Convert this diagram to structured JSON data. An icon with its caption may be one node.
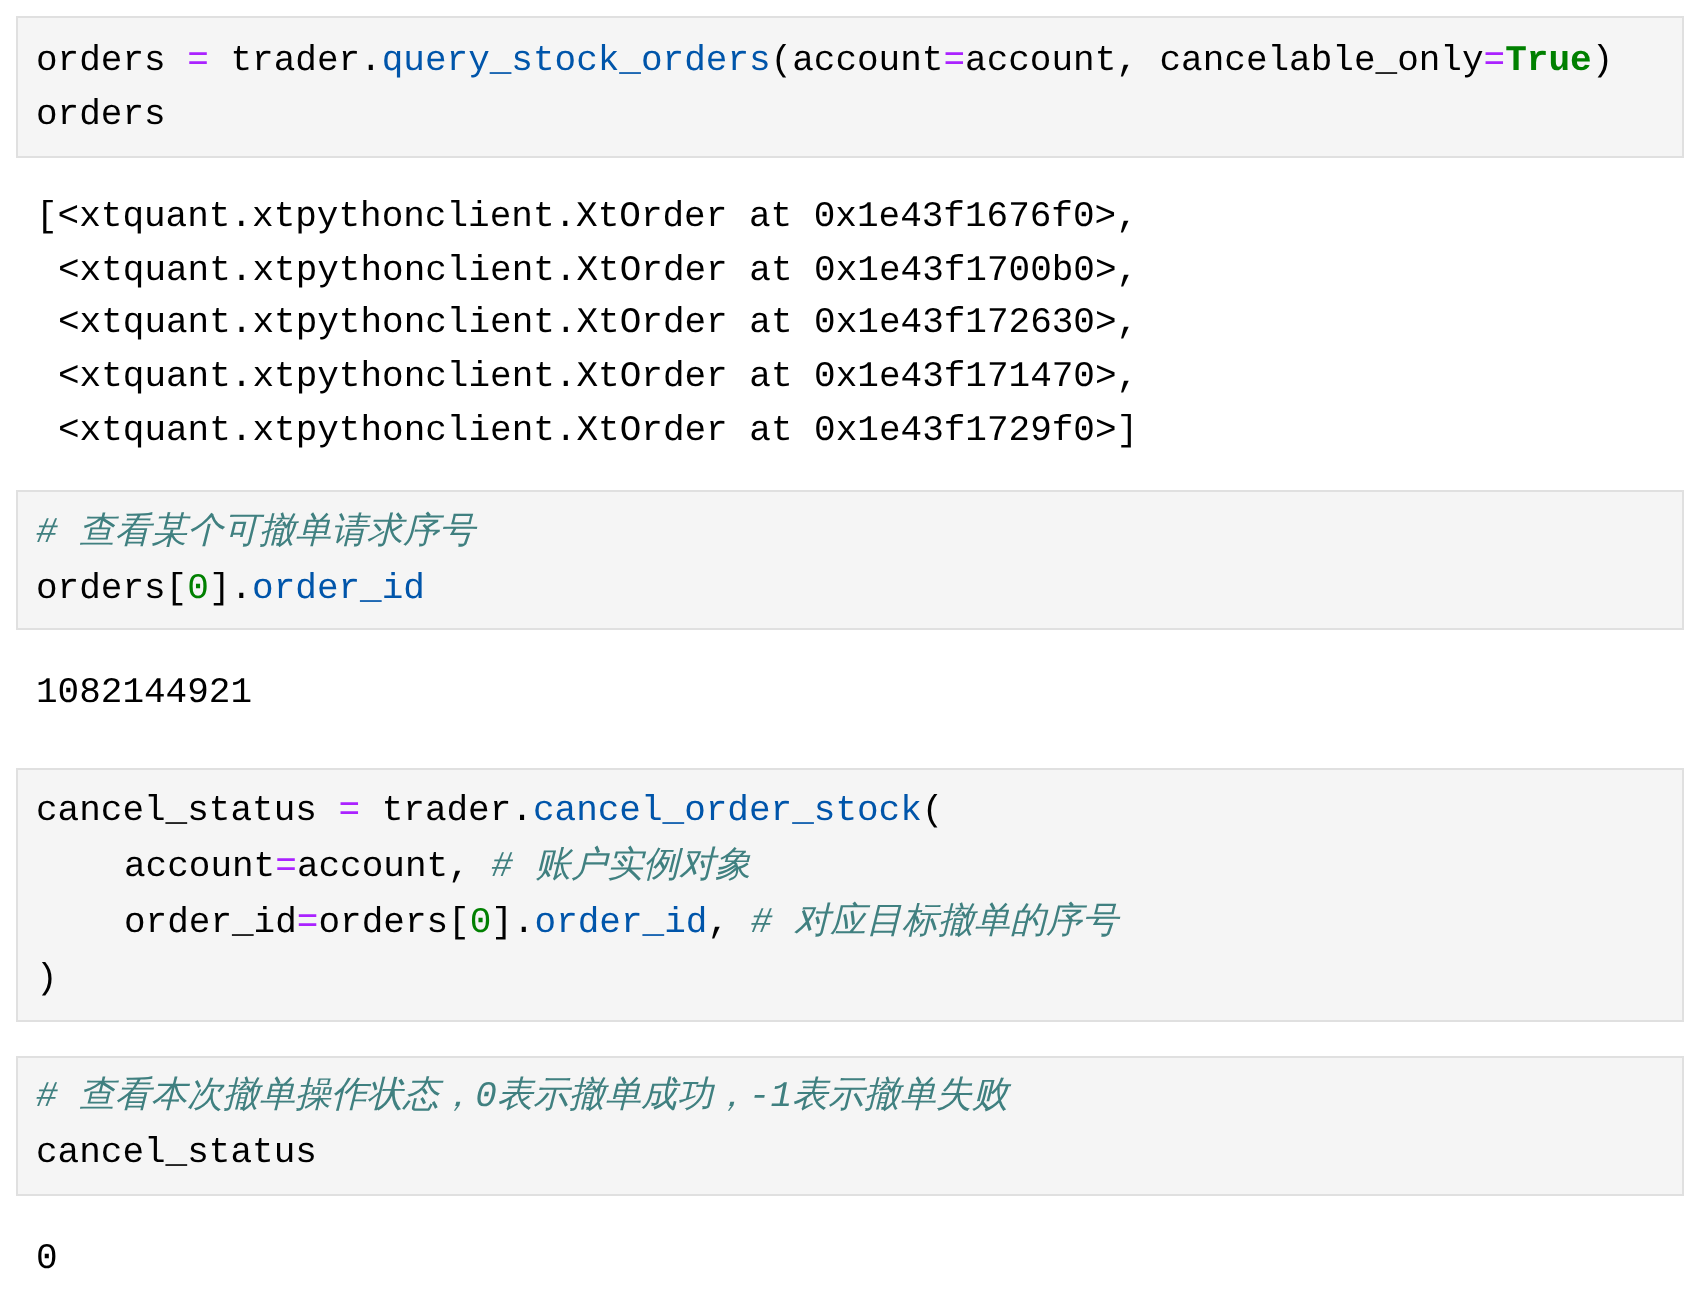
{
  "diagram": {
    "nodes": [
      {
        "text": [
          "orders = trader.query_stock_orders(account=account, cancelable_only=True)",
          "orders"
        ]
      },
      {
        "text": [
          "# 查看某个可撤单请求序号",
          "orders[0].order_id"
        ]
      },
      {
        "text": [
          "cancel_status = trader.cancel_order_stock(",
          "account=account, # 账户实例对象",
          "order_id=orders[0].order_id, # 对应目标撤单的序号",
          ")"
        ]
      },
      {
        "text": [
          "# 查看本次撤单操作状态，0表示撤单成功，-1表示撤单失败",
          "cancel_status"
        ]
      }
    ],
    "labels": [
      "[<xtquant.xtpythonclient.XtOrder at 0x1e43f1676f0>,",
      "<xtquant.xtpythonclient.XtOrder at 0x1e43f1700b0>,",
      "<xtquant.xtpythonclient.XtOrder at 0x1e43f172630>,",
      "<xtquant.xtpythonclient.XtOrder at 0x1e43f171470>,",
      "<xtquant.xtpythonclient.XtOrder at 0x1e43f1729f0>]",
      "1082144921",
      "0"
    ]
  }
}
